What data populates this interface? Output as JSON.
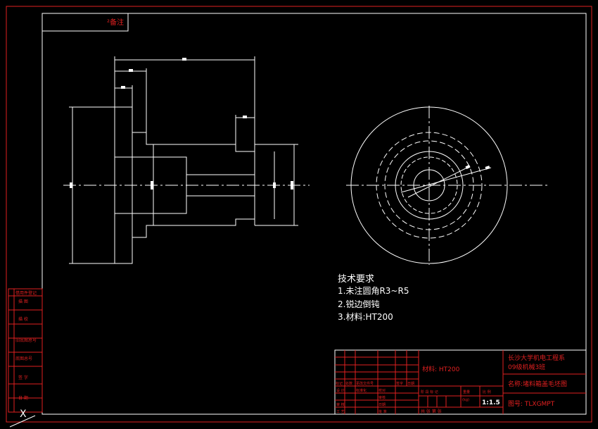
{
  "colors": {
    "frame": "#e02020",
    "drawing": "#ffffff",
    "background": "#000000",
    "accent": "#ffff00"
  },
  "corner_tag": "²备注",
  "tech_requirements": {
    "title": "技术要求",
    "items": [
      "1.未注圆角R3~R5",
      "2.锐边倒钝",
      "3.材料:HT200"
    ]
  },
  "left_strip": [
    "借用件登记",
    "描 图",
    "描 校",
    "旧底图总号",
    "底图总号",
    "签 字",
    "日 期"
  ],
  "title_block": {
    "material": "材料: HT200",
    "school": "长沙大学机电工程系",
    "class": "09级机械3班",
    "name": "名称:堵料箱盖毛坯图",
    "drawing_no": "图号: TLXGMPT",
    "scale": "1:1.5",
    "scale_label": "比 例",
    "weight_label": "重量",
    "weight_unit": "(kg)",
    "stage_label": "阶 段 标 记",
    "rev_headers": [
      "标记",
      "处数",
      "更改文件号",
      "签字",
      "日期"
    ],
    "roles": [
      "设 计",
      "标准化",
      "审 核",
      "工 艺",
      "批 准"
    ],
    "role_vals": [
      "校对",
      "审核",
      "日期"
    ],
    "sheet": "共 张 第 张"
  },
  "axis_label": "X"
}
